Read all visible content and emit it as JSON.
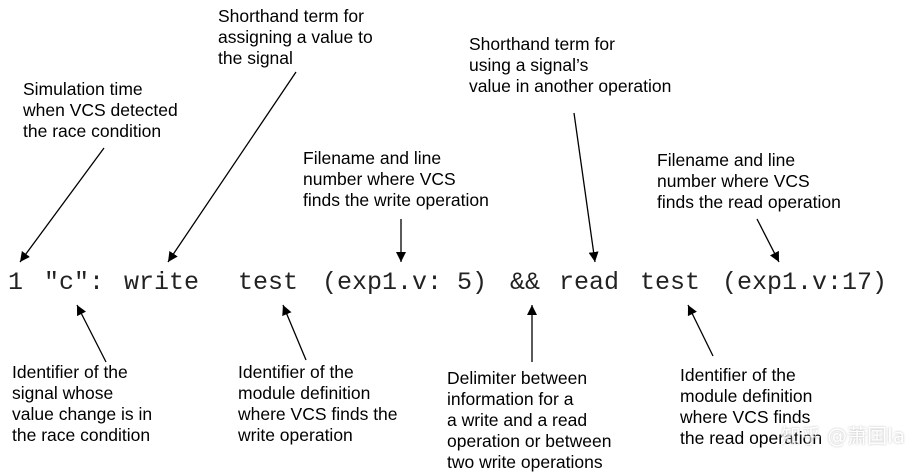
{
  "annotations_top": {
    "sim_time": "Simulation time\nwhen VCS detected\nthe race condition",
    "write_term": "Shorthand term for\nassigning a value to\nthe signal",
    "write_location": "Filename and line\nnumber where VCS\nfinds the write operation",
    "read_term": "Shorthand term for\nusing a signal’s\nvalue in another operation",
    "read_location": "Filename and line\nnumber where VCS\nfinds the read operation"
  },
  "code_line": {
    "time": "1",
    "signal": "\"c\":",
    "write_op": "write",
    "write_module": "test",
    "write_file": "(exp1.v: 5)",
    "delimiter": "&&",
    "read_op": "read",
    "read_module": "test",
    "read_file": "(exp1.v:17)"
  },
  "annotations_bottom": {
    "signal_id": "Identifier of the\nsignal whose\nvalue change is in\nthe race condition",
    "write_module_id": "Identifier of the\nmodule definition\nwhere VCS finds the\nwrite operation",
    "delimiter_desc": "Delimiter between\ninformation for a\na write and a read\noperation or between\ntwo write operations",
    "read_module_id": "Identifier of the\nmodule definition\nwhere VCS finds\nthe read operation"
  },
  "watermark": "知乎 @萧国la"
}
